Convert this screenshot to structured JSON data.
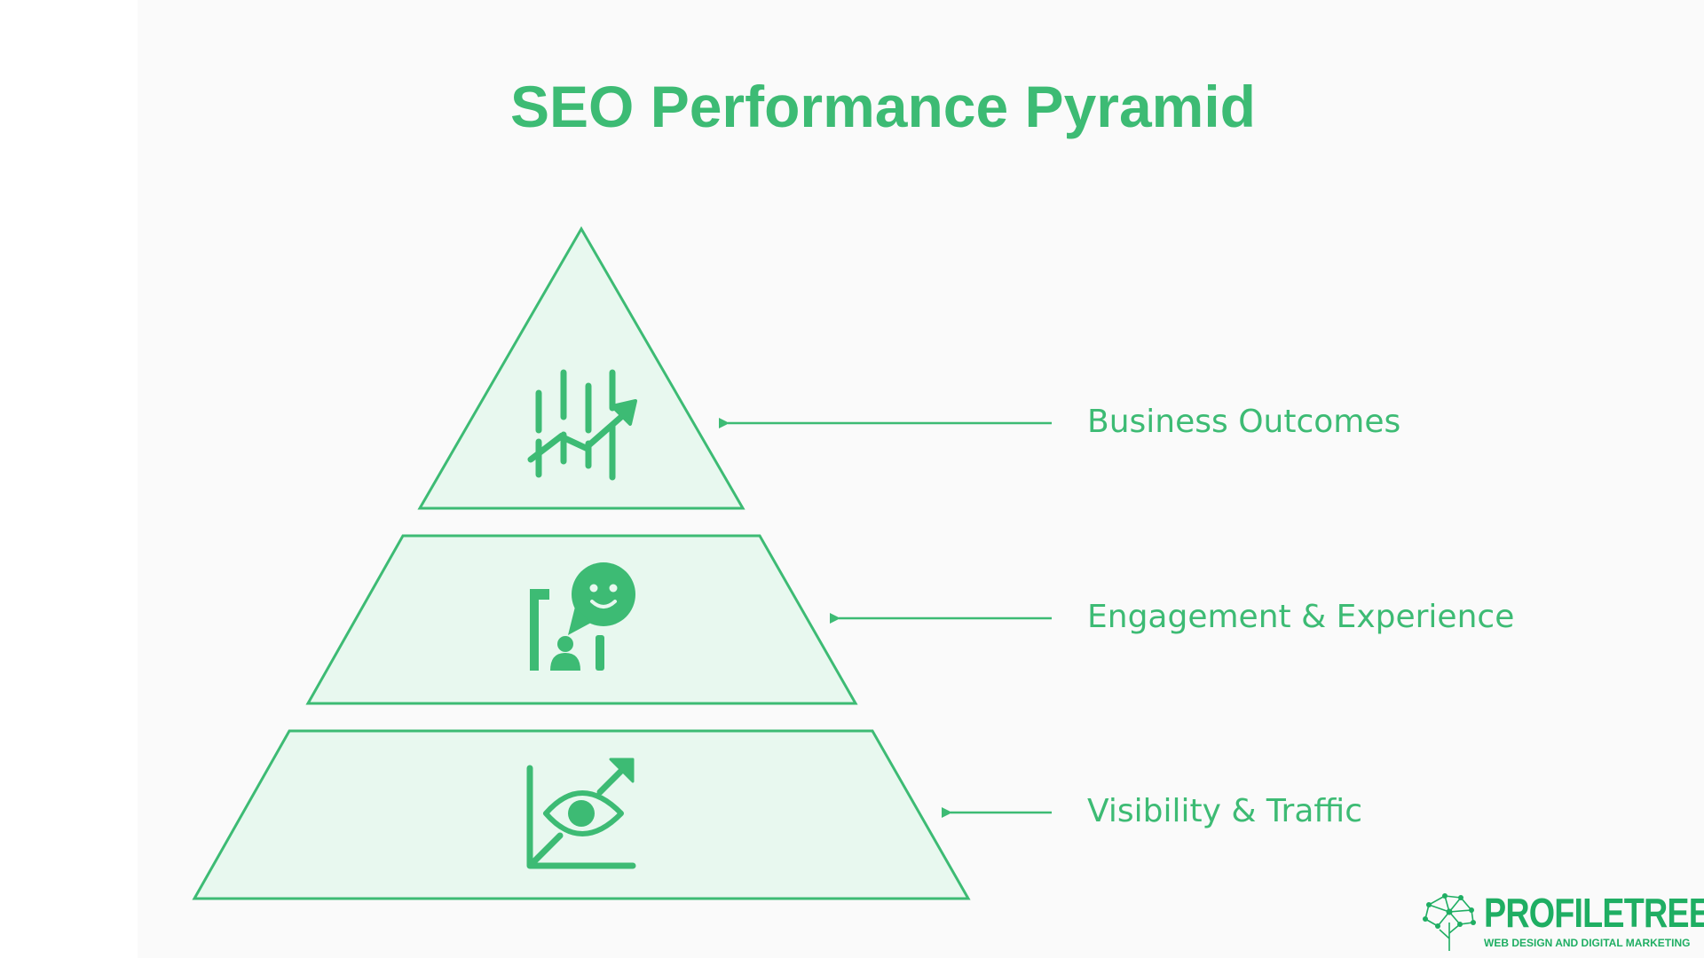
{
  "title": "SEO Performance Pyramid",
  "colors": {
    "accent": "#3dbb74",
    "fill": "#e8f8ef",
    "background": "#fafafa",
    "brand": "#1fae63"
  },
  "tiers": [
    {
      "label": "Business Outcomes",
      "icon": "growth-chart-icon"
    },
    {
      "label": "Engagement & Experience",
      "icon": "user-feedback-icon"
    },
    {
      "label": "Visibility & Traffic",
      "icon": "eye-chart-icon"
    }
  ],
  "brand": {
    "name": "PROFILETREE",
    "tagline": "WEB DESIGN AND DIGITAL MARKETING",
    "icon": "tree-network-logo"
  }
}
